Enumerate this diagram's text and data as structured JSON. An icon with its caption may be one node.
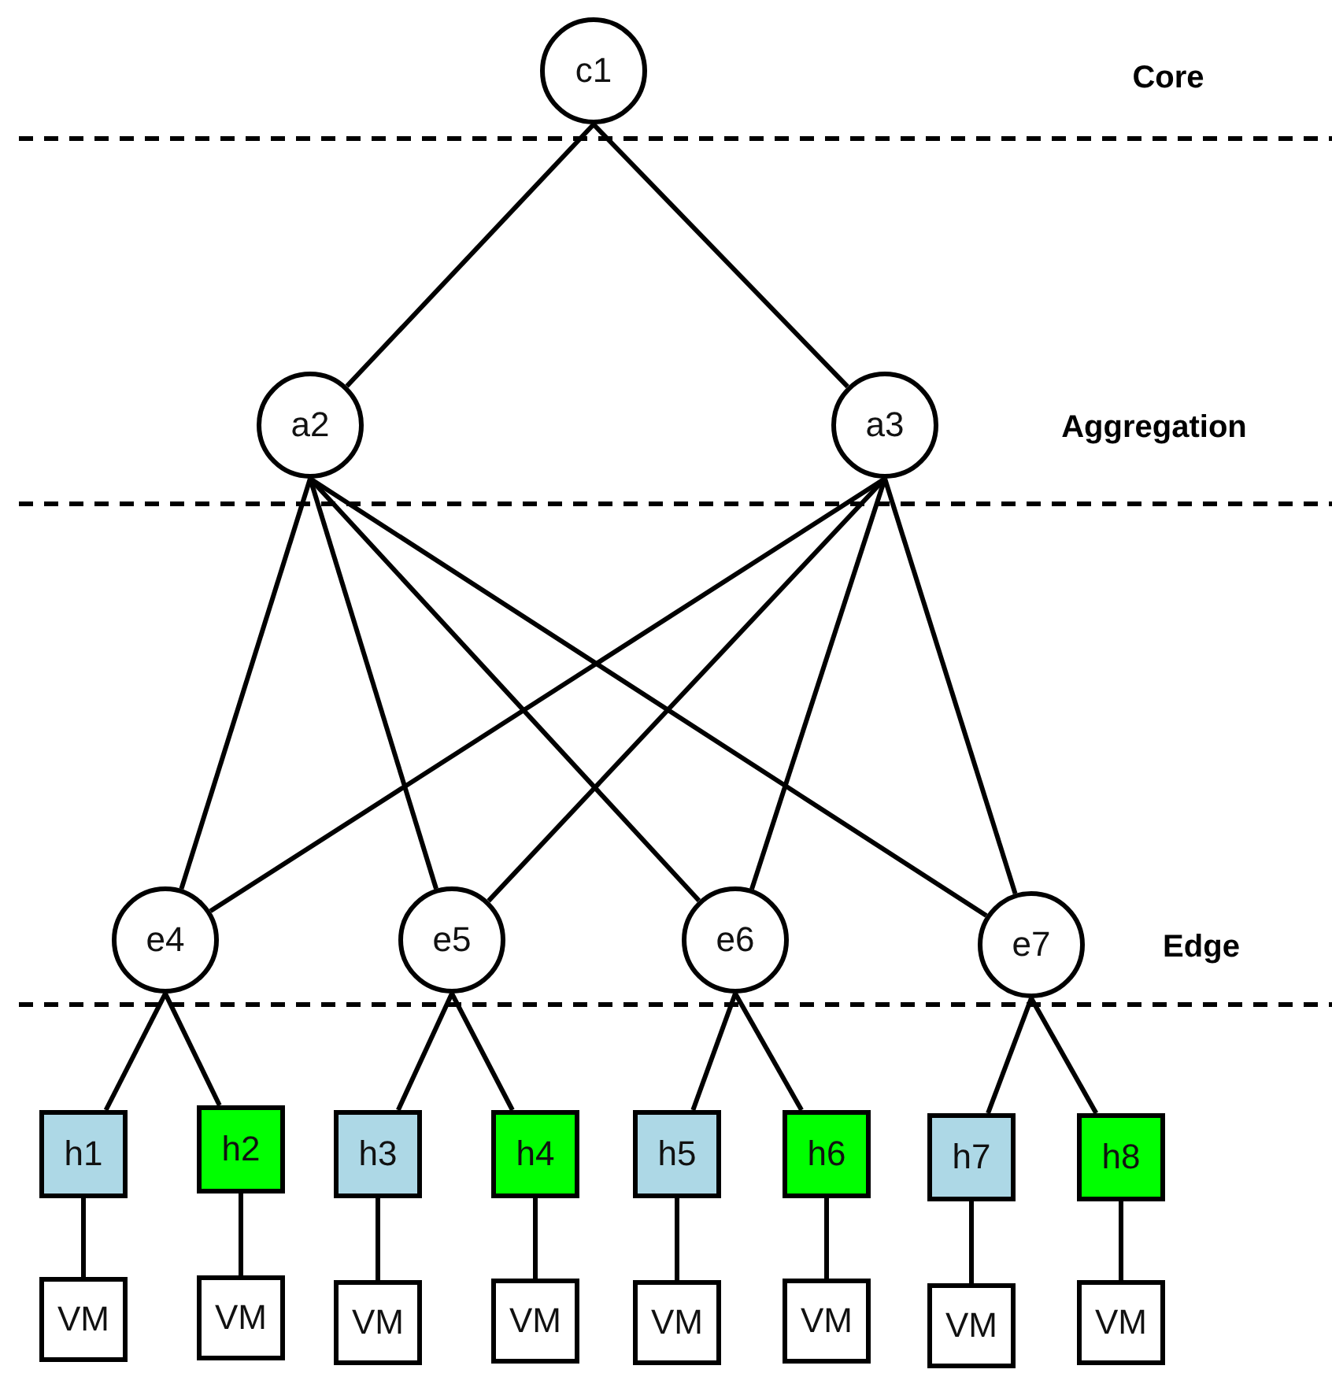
{
  "diagram": {
    "nodes": [
      {
        "text": [
          "c1"
        ]
      },
      {
        "text": [
          "a2"
        ]
      },
      {
        "text": [
          "a3"
        ]
      },
      {
        "text": [
          "e4"
        ]
      },
      {
        "text": [
          "e5"
        ]
      },
      {
        "text": [
          "e6"
        ]
      },
      {
        "text": [
          "e7"
        ]
      },
      {
        "text": [
          "h1"
        ]
      },
      {
        "text": [
          "h2"
        ]
      },
      {
        "text": [
          "h3"
        ]
      },
      {
        "text": [
          "h4"
        ]
      },
      {
        "text": [
          "h5"
        ]
      },
      {
        "text": [
          "h6"
        ]
      },
      {
        "text": [
          "h7"
        ]
      },
      {
        "text": [
          "h8"
        ]
      },
      {
        "text": [
          "VM"
        ]
      },
      {
        "text": [
          "VM"
        ]
      },
      {
        "text": [
          "VM"
        ]
      },
      {
        "text": [
          "VM"
        ]
      },
      {
        "text": [
          "VM"
        ]
      },
      {
        "text": [
          "VM"
        ]
      },
      {
        "text": [
          "VM"
        ]
      },
      {
        "text": [
          "VM"
        ]
      }
    ],
    "edges": [
      {
        "from": 0,
        "to": 1,
        "arrow": "none"
      },
      {
        "from": 0,
        "to": 2,
        "arrow": "none"
      },
      {
        "from": 1,
        "to": 3,
        "arrow": "none"
      },
      {
        "from": 1,
        "to": 4,
        "arrow": "none"
      },
      {
        "from": 1,
        "to": 5,
        "arrow": "none"
      },
      {
        "from": 1,
        "to": 6,
        "arrow": "none"
      },
      {
        "from": 2,
        "to": 3,
        "arrow": "none"
      },
      {
        "from": 2,
        "to": 4,
        "arrow": "none"
      },
      {
        "from": 2,
        "to": 5,
        "arrow": "none"
      },
      {
        "from": 2,
        "to": 6,
        "arrow": "none"
      },
      {
        "from": 3,
        "to": 7,
        "arrow": "none"
      },
      {
        "from": 3,
        "to": 8,
        "arrow": "none"
      },
      {
        "from": 4,
        "to": 9,
        "arrow": "none"
      },
      {
        "from": 4,
        "to": 10,
        "arrow": "none"
      },
      {
        "from": 5,
        "to": 11,
        "arrow": "none"
      },
      {
        "from": 5,
        "to": 12,
        "arrow": "none"
      },
      {
        "from": 6,
        "to": 13,
        "arrow": "none"
      },
      {
        "from": 6,
        "to": 14,
        "arrow": "none"
      },
      {
        "from": 7,
        "to": 15,
        "arrow": "none"
      },
      {
        "from": 8,
        "to": 16,
        "arrow": "none"
      },
      {
        "from": 9,
        "to": 17,
        "arrow": "none"
      },
      {
        "from": 10,
        "to": 18,
        "arrow": "none"
      },
      {
        "from": 11,
        "to": 19,
        "arrow": "none"
      },
      {
        "from": 12,
        "to": 20,
        "arrow": "none"
      },
      {
        "from": 13,
        "to": 21,
        "arrow": "none"
      },
      {
        "from": 14,
        "to": 22,
        "arrow": "none"
      }
    ],
    "labels": [
      "Core",
      "Aggregation",
      "Edge"
    ]
  }
}
